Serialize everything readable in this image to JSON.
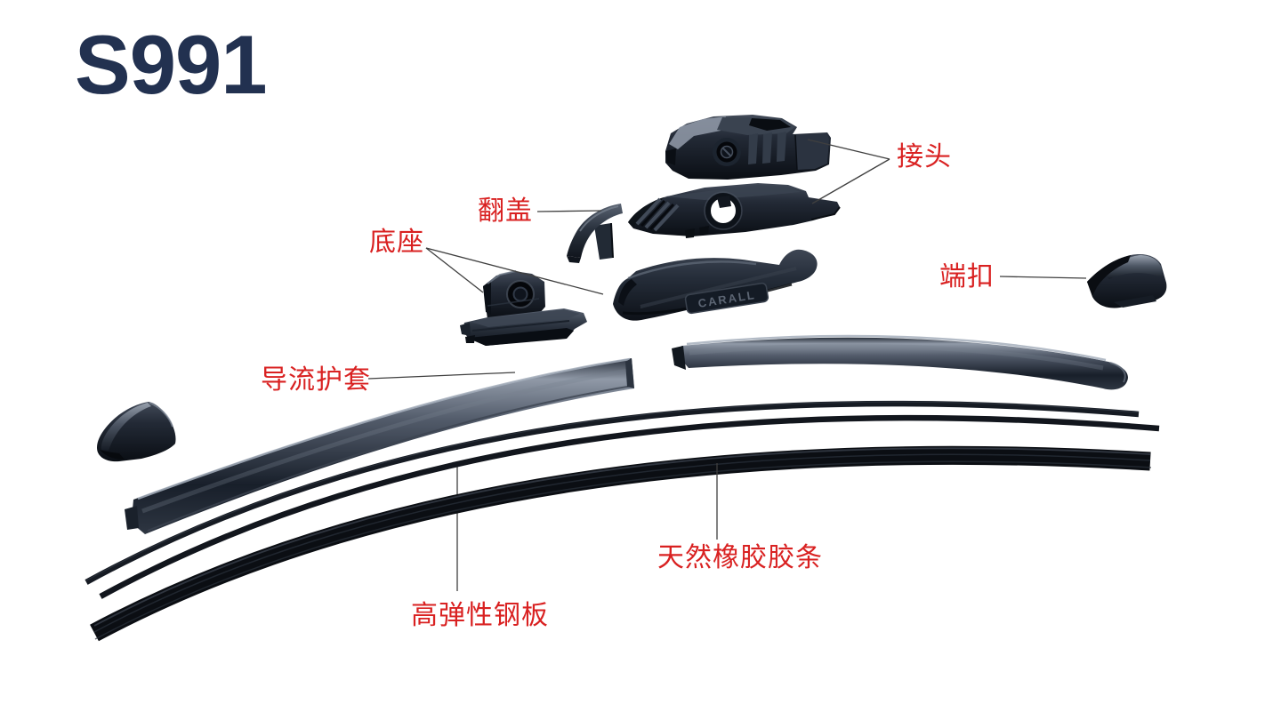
{
  "title": "S991",
  "brand_embossed": "CARALL",
  "colors": {
    "label_red": "#d92121",
    "title_navy": "#223150",
    "leader_line": "#3f3f3f",
    "part_dark": "#10151d",
    "background": "#ffffff"
  },
  "labels": [
    {
      "id": "connector",
      "text": "接头"
    },
    {
      "id": "flip-cover",
      "text": "翻盖"
    },
    {
      "id": "base",
      "text": "底座"
    },
    {
      "id": "end-buckle",
      "text": "端扣"
    },
    {
      "id": "spoiler-sheath",
      "text": "导流护套"
    },
    {
      "id": "natural-rubber-strip",
      "text": "天然橡胶胶条"
    },
    {
      "id": "high-elastic-steel-plate",
      "text": "高弹性钢板"
    }
  ]
}
